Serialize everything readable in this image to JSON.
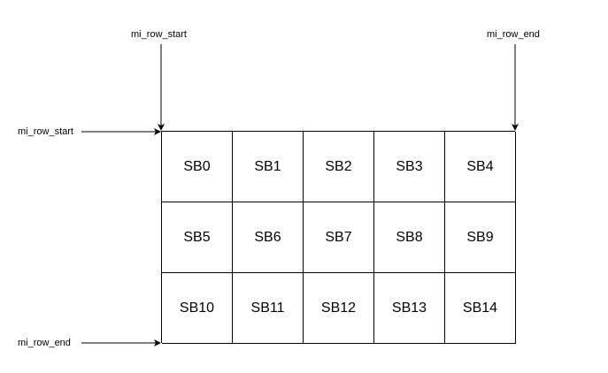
{
  "labels": {
    "top_left": "mi_row_start",
    "top_right": "mi_row_end",
    "left_top": "mi_row_start",
    "left_bottom": "mi_row_end"
  },
  "grid": {
    "columns": 5,
    "rows": 3,
    "cells": [
      "SB0",
      "SB1",
      "SB2",
      "SB3",
      "SB4",
      "SB5",
      "SB6",
      "SB7",
      "SB8",
      "SB9",
      "SB10",
      "SB11",
      "SB12",
      "SB13",
      "SB14"
    ]
  },
  "colors": {
    "line": "#000000",
    "background": "#ffffff"
  }
}
